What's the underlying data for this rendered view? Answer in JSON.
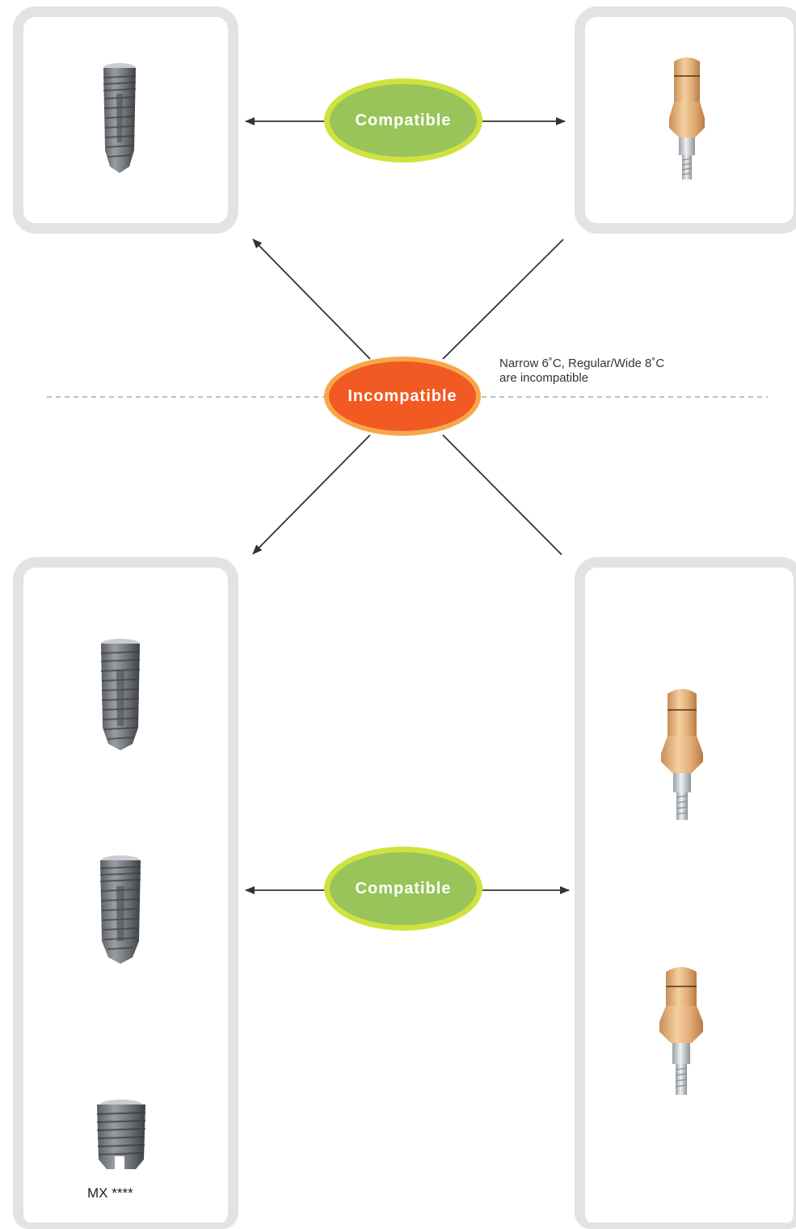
{
  "labels": {
    "compatible_top": "Compatible",
    "incompatible": "Incompatible",
    "compatible_bottom": "Compatible"
  },
  "note": {
    "line1": "Narrow 6˚C, Regular/Wide 8˚C",
    "line2": "are incompatible"
  },
  "caption": "MX ****",
  "colors": {
    "compatible_fill": "#98c45a",
    "compatible_ring": "#cfe23f",
    "incompatible_fill": "#f15a22",
    "incompatible_ring": "#f8a64c",
    "panel_border": "#e3e3e3"
  },
  "icons": {
    "implant": "dental-implant-icon",
    "abutment": "abutment-icon"
  }
}
